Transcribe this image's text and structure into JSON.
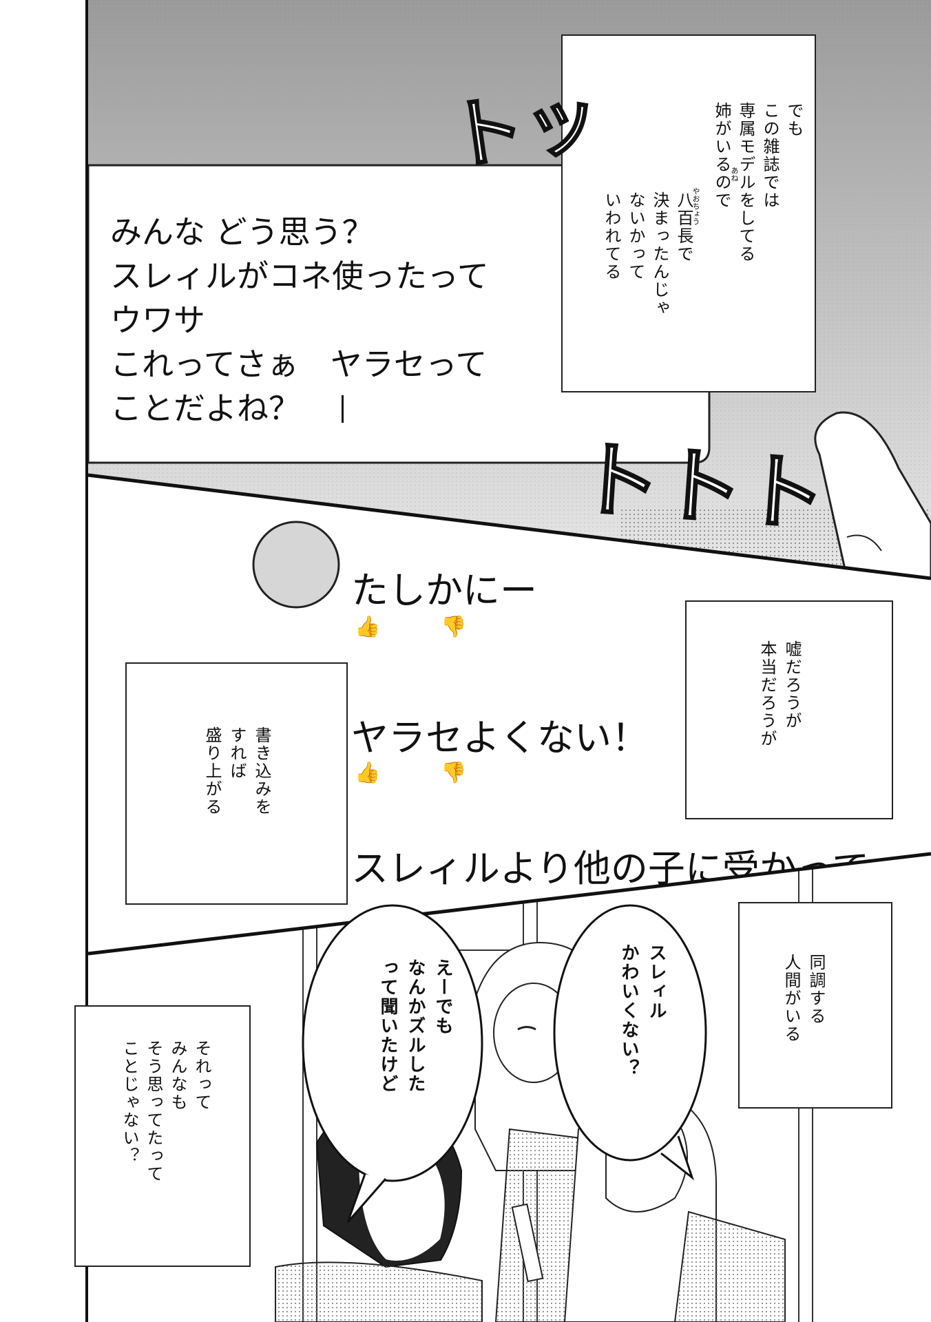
{
  "caption_top": {
    "col1": "でも",
    "col2": "この雑誌では",
    "col3": "専属モデルをしてる",
    "col4": "姉がいるので",
    "col5": "八百長で",
    "col6": "決まったんじゃ",
    "col7": "ないかって",
    "col8": "いわれてる",
    "ruby_ane": "あね",
    "ruby_yaocho": "やおちょう"
  },
  "message": {
    "line1": "みんな どう思う？",
    "line2": "スレィルがコネ使ったって",
    "line3": "ウワサ",
    "line4": "これってさぁ　ヤラセって",
    "line5": "ことだよね？"
  },
  "sfx": {
    "tottsu": "トッ",
    "tototo": "トトト"
  },
  "comments": {
    "c1": "たしかにー",
    "c2": "ヤラセよくない！",
    "c3": "スレィルより他の子に受かって"
  },
  "caption_lie": {
    "col1": "嘘だろうが",
    "col2": "本当だろうが"
  },
  "caption_write": {
    "col1": "書き込みを",
    "col2": "すれば",
    "col3": "盛り上がる"
  },
  "caption_doucho": {
    "col1": "同調する",
    "col2": "人間がいる"
  },
  "bubble_cute": {
    "col1": "スレィル",
    "col2": "かわいくない？"
  },
  "bubble_zuru": {
    "col1": "えーでも",
    "col2": "なんかズルした",
    "col3": "って聞いたけど"
  },
  "caption_sorette": {
    "col1": "それって",
    "col2": "みんなも",
    "col3": "そう思ってたって",
    "col4": "ことじゃない？"
  },
  "icons": {
    "like": "thumbs-up-icon",
    "dislike": "thumbs-down-icon",
    "avatar": "avatar-circle"
  }
}
